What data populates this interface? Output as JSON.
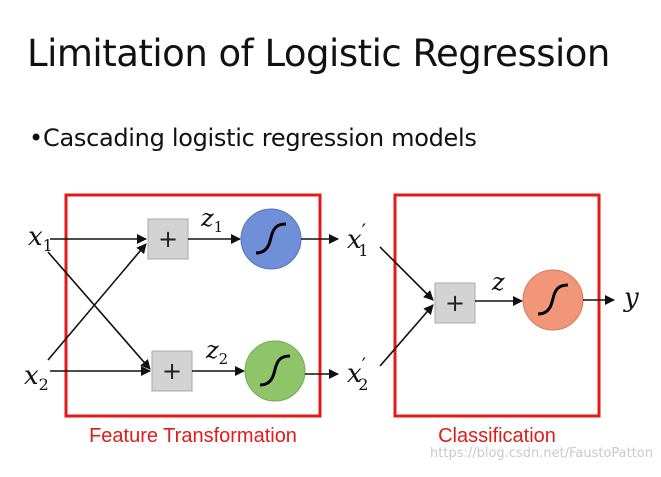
{
  "title": "Limitation of Logistic Regression",
  "bullet": "Cascading logistic regression models",
  "inputs": {
    "x1": "x",
    "x1_sub": "1",
    "x2": "x",
    "x2_sub": "2"
  },
  "feature_block": {
    "caption": "Feature Transformation",
    "sum_symbol": "+",
    "z1": "z",
    "z1_sub": "1",
    "z2": "z",
    "z2_sub": "2",
    "neuron_colors": [
      "#6f8fd8",
      "#8fc46a"
    ]
  },
  "transformed": {
    "x1p": "x",
    "x1p_prime": "′",
    "x1p_sub": "1",
    "x2p": "x",
    "x2p_prime": "′",
    "x2p_sub": "2"
  },
  "classification_block": {
    "caption": "Classification",
    "sum_symbol": "+",
    "z": "z",
    "neuron_color": "#f2967a"
  },
  "output": {
    "y": "y"
  },
  "colors": {
    "box_border": "#e11a1a",
    "sum_fill": "#d3d3d3",
    "caption": "#e11a1a"
  },
  "watermark": "https://blog.csdn.net/FaustoPatton"
}
